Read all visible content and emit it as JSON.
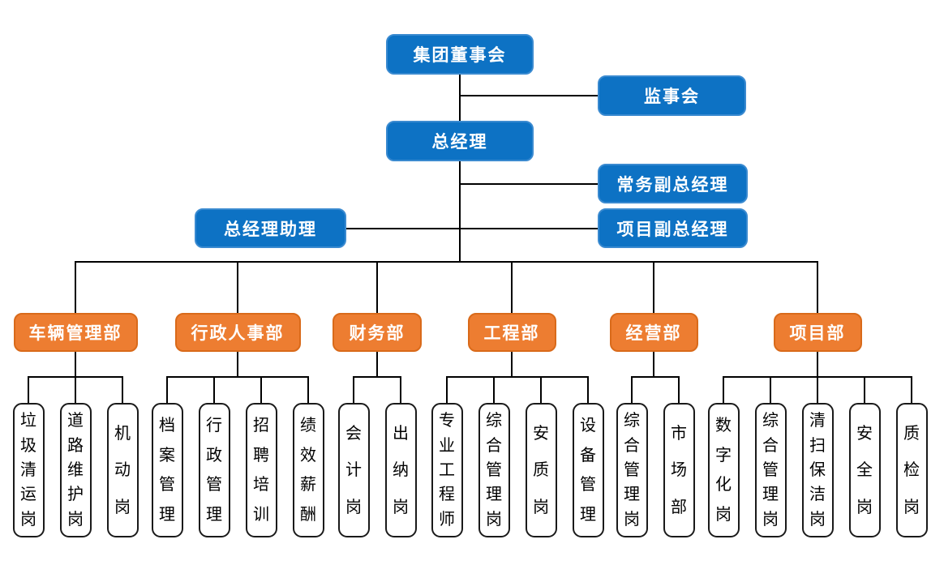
{
  "palette": {
    "box_blue": "#0d72c4",
    "box_blue_border": "#3a8ad0",
    "box_orange": "#ed7d31",
    "box_orange_border": "#d96a1a",
    "line_color": "#000000",
    "position_box_border": "#1a1a1a",
    "text_light": "#ffffff",
    "text_dark": "#000000"
  },
  "executive": {
    "board": "集团董事会",
    "supervisory_board": "监事会",
    "general_manager": "总经理",
    "executive_deputy_gm": "常务副总经理",
    "gm_assistant": "总经理助理",
    "project_deputy_gm": "项目副总经理"
  },
  "departments": [
    {
      "name": "车辆管理部",
      "positions": [
        "垃圾清运岗",
        "道路维护岗",
        "机动岗"
      ]
    },
    {
      "name": "行政人事部",
      "positions": [
        "档案管理",
        "行政管理",
        "招聘培训",
        "绩效薪酬"
      ]
    },
    {
      "name": "财务部",
      "positions": [
        "会计岗",
        "出纳岗"
      ]
    },
    {
      "name": "工程部",
      "positions": [
        "专业工程师",
        "综合管理岗",
        "安质岗",
        "设备管理"
      ]
    },
    {
      "name": "经营部",
      "positions": [
        "综合管理岗",
        "市场部"
      ]
    },
    {
      "name": "项目部",
      "positions": [
        "数字化岗",
        "综合管理岗",
        "清扫保洁岗",
        "安全岗",
        "质检岗"
      ]
    }
  ]
}
